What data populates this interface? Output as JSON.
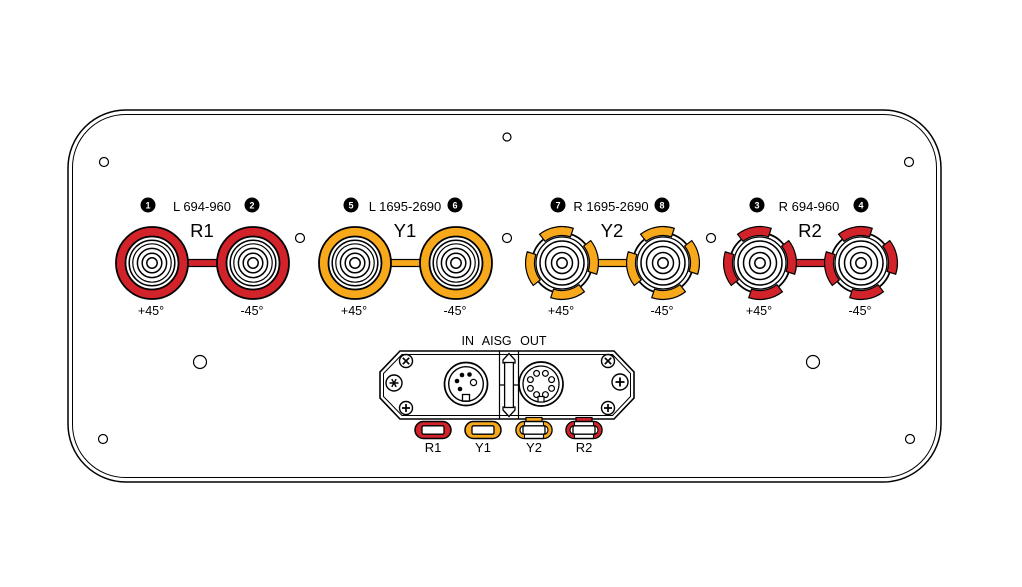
{
  "diagram_title": "antenna-bottom-panel-connector-diagram",
  "colors": {
    "red": "#d2232a",
    "yellow": "#f7a81b",
    "outline": "#000000",
    "panel": "#ffffff"
  },
  "groups": [
    {
      "name": "R1",
      "band": "L 694-960",
      "color_name": "red",
      "ring_style": "solid",
      "ports": [
        {
          "num": "1",
          "polarization": "+45°"
        },
        {
          "num": "2",
          "polarization": "-45°"
        }
      ]
    },
    {
      "name": "Y1",
      "band": "L 1695-2690",
      "color_name": "yellow",
      "ring_style": "solid",
      "ports": [
        {
          "num": "5",
          "polarization": "+45°"
        },
        {
          "num": "6",
          "polarization": "-45°"
        }
      ]
    },
    {
      "name": "Y2",
      "band": "R 1695-2690",
      "color_name": "yellow",
      "ring_style": "segmented",
      "ports": [
        {
          "num": "7",
          "polarization": "+45°"
        },
        {
          "num": "8",
          "polarization": "-45°"
        }
      ]
    },
    {
      "name": "R2",
      "band": "R 694-960",
      "color_name": "red",
      "ring_style": "segmented",
      "ports": [
        {
          "num": "3",
          "polarization": "+45°"
        },
        {
          "num": "4",
          "polarization": "-45°"
        }
      ]
    }
  ],
  "aisg": {
    "label": "IN AISG OUT"
  },
  "legend": [
    {
      "label": "R1",
      "color_name": "red",
      "style": "solid"
    },
    {
      "label": "Y1",
      "color_name": "yellow",
      "style": "solid"
    },
    {
      "label": "Y2",
      "color_name": "yellow",
      "style": "segmented"
    },
    {
      "label": "R2",
      "color_name": "red",
      "style": "segmented"
    }
  ]
}
